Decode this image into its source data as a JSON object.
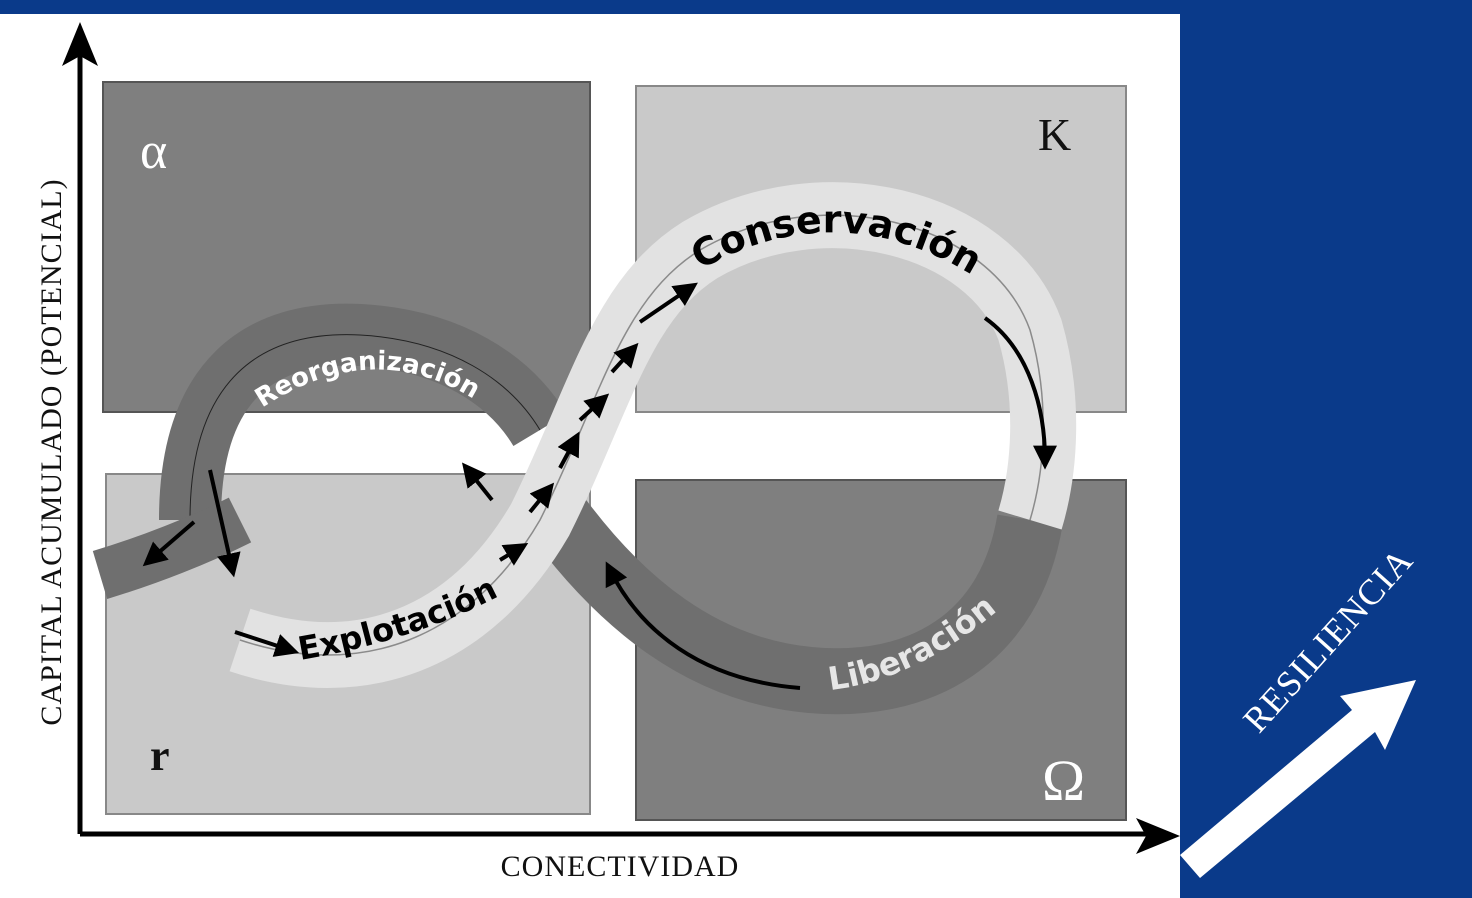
{
  "axes": {
    "x_label": "CONECTIVIDAD",
    "y_label": "CAPITAL ACUMULADO (POTENCIAL)"
  },
  "quadrants": {
    "top_left": "α",
    "top_right": "K",
    "bottom_left": "r",
    "bottom_right": "Ω"
  },
  "phases": {
    "conservation": "Conservación",
    "reorganization": "Reorganización",
    "exploitation": "Explotación",
    "release": "Liberación"
  },
  "sidebar": {
    "label": "RESILIENCIA"
  },
  "colors": {
    "background_blue": "#0a3a8a",
    "dark_box": "#7f7f7f",
    "light_box": "#c9c9c9",
    "light_band": "#e2e2e2",
    "dark_band": "#6f6f6f"
  }
}
